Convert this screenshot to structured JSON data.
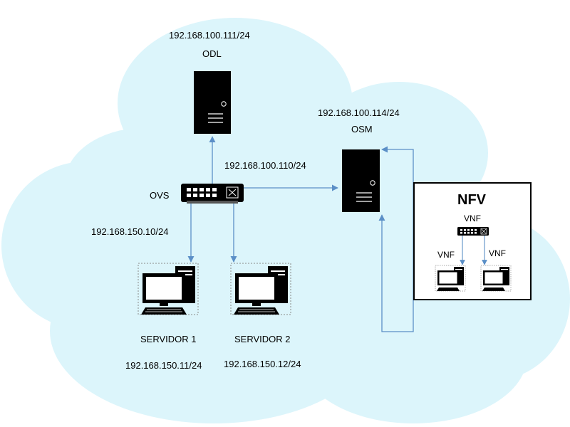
{
  "diagram": {
    "odl": {
      "ip": "192.168.100.111/24",
      "name": "ODL"
    },
    "osm": {
      "ip": "192.168.100.114/24",
      "name": "OSM"
    },
    "ovs": {
      "name": "OVS",
      "ip_upper": "192.168.100.110/24",
      "ip_lower": "192.168.150.10/24"
    },
    "servers": [
      {
        "name": "SERVIDOR 1",
        "ip": "192.168.150.11/24"
      },
      {
        "name": "SERVIDOR 2",
        "ip": "192.168.150.12/24"
      }
    ],
    "nfv": {
      "title": "NFV",
      "switch_label": "VNF",
      "host_labels": [
        "VNF",
        "VNF"
      ]
    },
    "colors": {
      "cloud": "#dcf5fb",
      "link": "#5b8fc7",
      "device": "#000000"
    }
  }
}
